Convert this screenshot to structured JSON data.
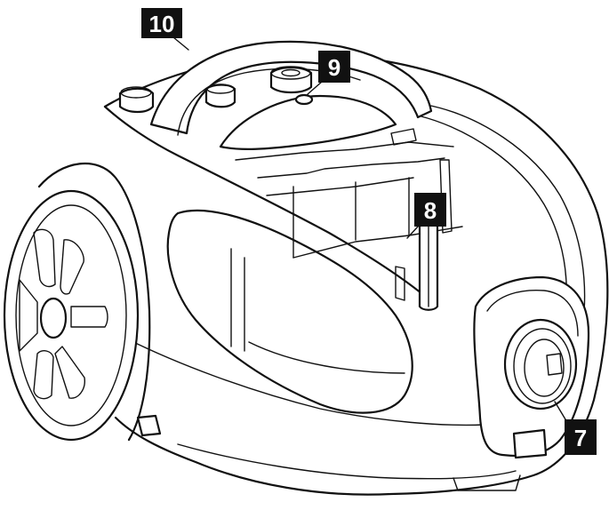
{
  "callouts": [
    {
      "id": "callout-10",
      "label": "10"
    },
    {
      "id": "callout-9",
      "label": "9"
    },
    {
      "id": "callout-8",
      "label": "8"
    },
    {
      "id": "callout-7",
      "label": "7"
    }
  ],
  "colors": {
    "line": "#111111",
    "badge_bg": "#111111",
    "badge_text": "#ffffff",
    "background": "#ffffff"
  }
}
